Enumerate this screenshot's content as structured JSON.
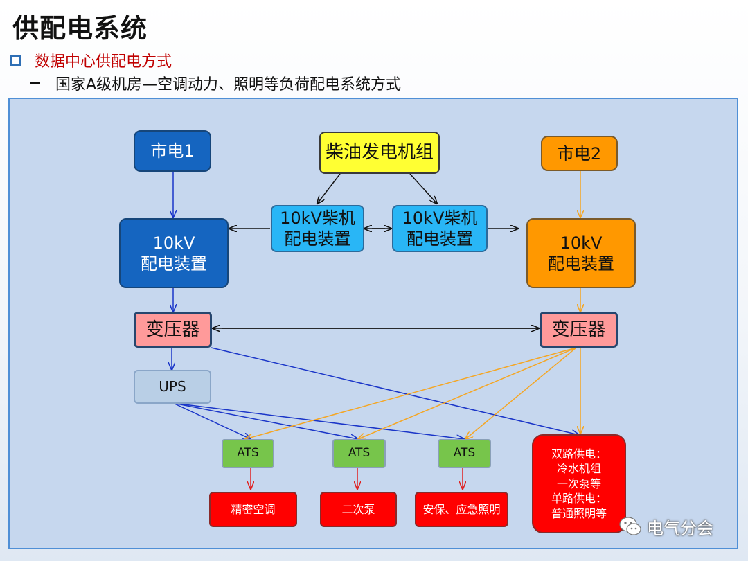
{
  "slide": {
    "title": "供配电系统",
    "bullet1": "数据中心供配电方式",
    "bullet2": "国家A级机房—空调动力、照明等负荷配电系统方式"
  },
  "diagram": {
    "city_power_1": "市电1",
    "diesel_generator": "柴油发电机组",
    "city_power_2": "市电2",
    "diesel_switchgear_left": {
      "line1": "10kV柴机",
      "line2": "配电装置"
    },
    "diesel_switchgear_right": {
      "line1": "10kV柴机",
      "line2": "配电装置"
    },
    "switchgear_left": {
      "line1": "10kV",
      "line2": "配电装置"
    },
    "switchgear_right": {
      "line1": "10kV",
      "line2": "配电装置"
    },
    "transformer_left": "变压器",
    "transformer_right": "变压器",
    "ups": "UPS",
    "ats_1": "ATS",
    "ats_2": "ATS",
    "ats_3": "ATS",
    "load_1": "精密空调",
    "load_2": "二次泵",
    "load_3": "安保、应急照明",
    "load_4": {
      "line1": "双路供电：",
      "line2": "冷水机组",
      "line3": "一次泵等",
      "line4": "单路供电：",
      "line5": "普通照明等"
    }
  },
  "watermark": {
    "text": "电气分会",
    "icon": "wechat-icon"
  },
  "colors": {
    "utility1_line": "#1a35c8",
    "utility2_line": "#f5a623",
    "diesel_line": "#111111",
    "load_line": "#e02020",
    "panel_bg": "#c6d7ee",
    "title_red": "#c00000"
  }
}
